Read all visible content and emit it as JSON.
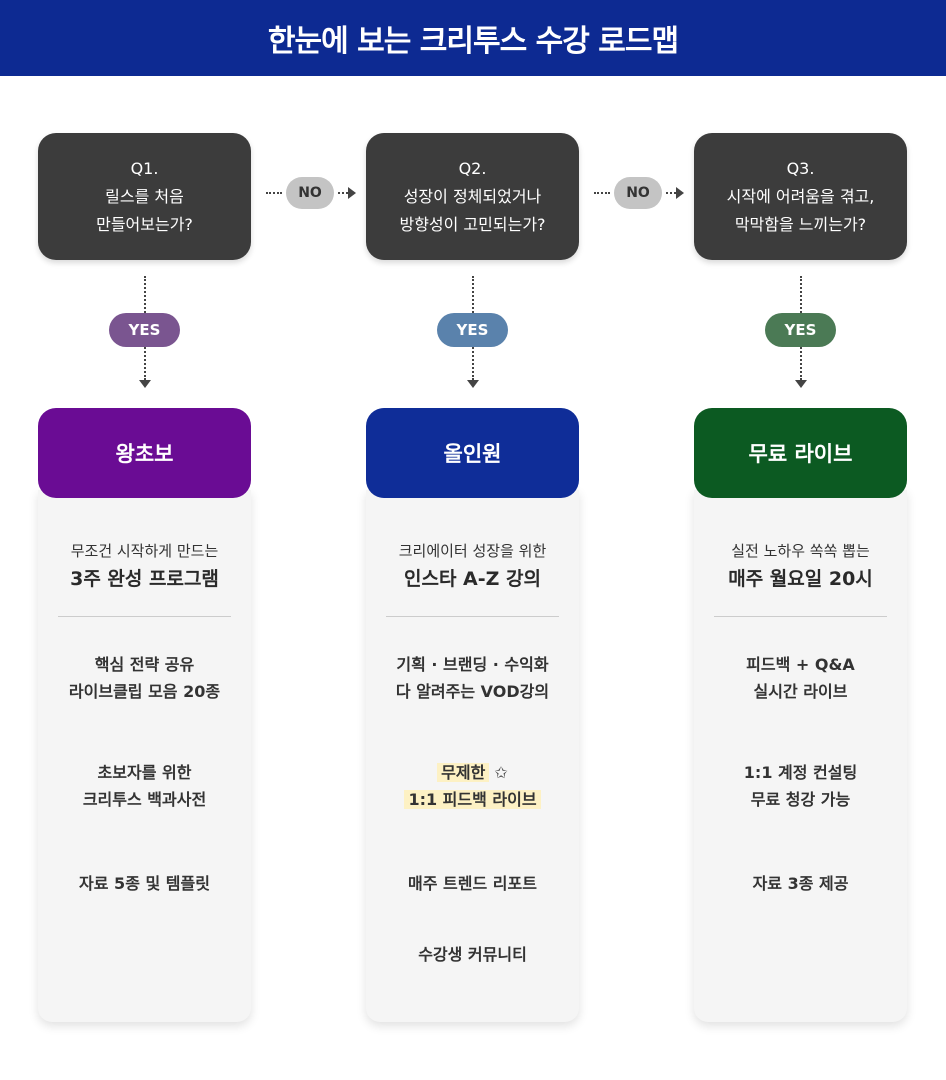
{
  "header": {
    "title": "한눈에 보는 크리투스 수강 로드맵"
  },
  "no_label": "NO",
  "yes_label": "YES",
  "columns": [
    {
      "q_num": "Q1.",
      "q_line1": "릴스를 처음",
      "q_line2": "만들어보는가?",
      "title": "왕초보",
      "color": "#6a0c94",
      "yes_color": "#7a5590",
      "sub": "무조건 시작하게 만드는",
      "big": "3주 완성 프로그램",
      "items": [
        [
          "핵심 전략 공유",
          "라이브클립 모음 20종"
        ],
        [
          "초보자를 위한",
          "크리투스 백과사전"
        ],
        [
          "자료 5종 및 템플릿"
        ]
      ]
    },
    {
      "q_num": "Q2.",
      "q_line1": "성장이 정체되었거나",
      "q_line2": "방향성이 고민되는가?",
      "title": "올인원",
      "color": "#0f2d98",
      "yes_color": "#5a82ac",
      "sub": "크리에이터 성장을 위한",
      "big": "인스타 A-Z 강의",
      "items": [
        [
          "기획 · 브랜딩 · 수익화",
          "다 알려주는 VOD강의"
        ],
        [
          "무제한",
          "1:1 피드백 라이브"
        ],
        [
          "매주 트렌드 리포트"
        ],
        [
          "수강생 커뮤니티"
        ]
      ]
    },
    {
      "q_num": "Q3.",
      "q_line1": "시작에 어려움을 겪고,",
      "q_line2": "막막함을 느끼는가?",
      "title": "무료 라이브",
      "color": "#0c5a22",
      "yes_color": "#4b7a55",
      "sub": "실전 노하우 쏙쏙 뽑는",
      "big": "매주 월요일 20시",
      "items": [
        [
          "피드백 + Q&A",
          "실시간 라이브"
        ],
        [
          "1:1 계정 컨설팅",
          "무료 청강 가능"
        ],
        [
          "자료 3종 제공"
        ]
      ]
    }
  ]
}
